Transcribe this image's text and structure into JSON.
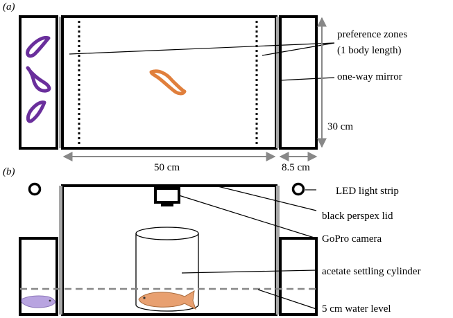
{
  "panels": {
    "a": "(a)",
    "b": "(b)"
  },
  "labels": {
    "preference_zones_1": "preference zones",
    "preference_zones_2": "(1 body length)",
    "one_way_mirror": "one-way mirror",
    "height_30cm": "30 cm",
    "width_50cm": "50 cm",
    "width_8_5cm": "8.5 cm",
    "led_light_strip": "LED light strip",
    "black_perspex_lid": "black perspex lid",
    "gopro_camera": "GoPro camera",
    "acetate_settling_cylinder": "acetate settling cylinder",
    "water_level": "5 cm water level"
  },
  "colors": {
    "stimulus_fish": "#6a2f9c",
    "focal_fish": "#e07f3c",
    "focal_fish_side": "#e8a070",
    "side_fish": "#b8a4e0",
    "mirror": "#a8a8a8",
    "dimension_arrow": "#888888",
    "water_line": "#888888"
  }
}
